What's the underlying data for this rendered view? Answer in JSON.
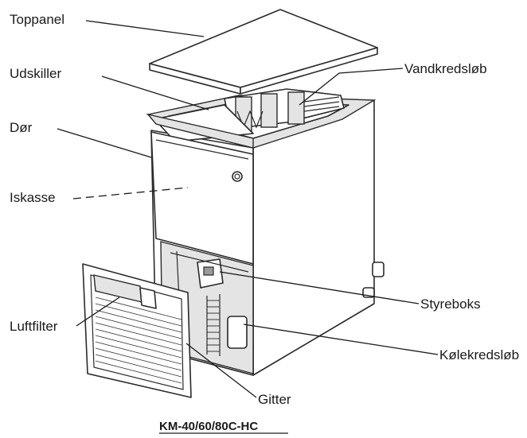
{
  "labels": {
    "toppanel": "Toppanel",
    "udskiller": "Udskiller",
    "dor": "Dør",
    "iskasse": "Iskasse",
    "luftfilter": "Luftfilter",
    "vandkredslob": "Vandkredsløb",
    "styreboks": "Styreboks",
    "kolekredslob": "Kølekredsløb",
    "gitter": "Gitter"
  },
  "caption": "KM-40/60/80C-HC"
}
